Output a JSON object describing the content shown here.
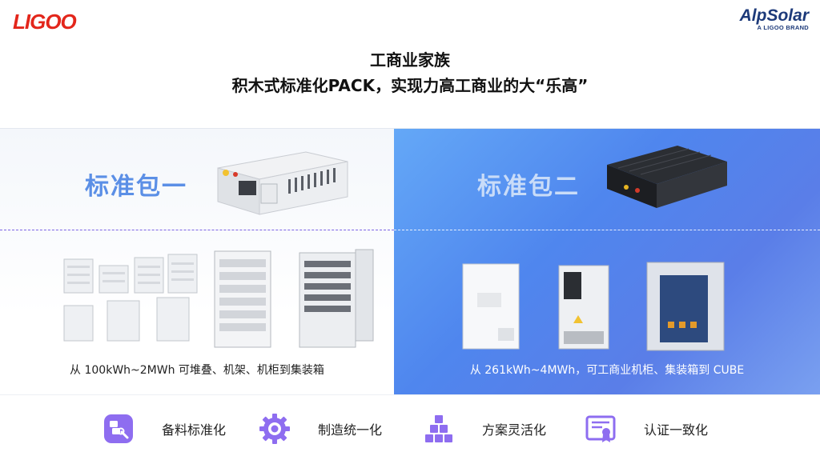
{
  "header": {
    "left_logo_text": "LIGOO",
    "right_logo_name": "AlpSolar",
    "right_logo_tagline": "A LIGOO BRAND"
  },
  "title": {
    "line1": "工商业家族",
    "line2": "积木式标准化PACK，实现力高工商业的大“乐高”"
  },
  "left_panel": {
    "pack_title": "标准包一",
    "caption": "从 100kWh~2MWh 可堆叠、机架、机柜到集装箱"
  },
  "right_panel": {
    "pack_title": "标准包二",
    "caption": "从 261kWh~4MWh，可工商业机柜、集装箱到 CUBE"
  },
  "features": [
    {
      "label": "备料标准化",
      "icon": "wrench-parts-icon"
    },
    {
      "label": "制造统一化",
      "icon": "gear-icon"
    },
    {
      "label": "方案灵活化",
      "icon": "stacked-blocks-icon"
    },
    {
      "label": "认证一致化",
      "icon": "certificate-icon"
    }
  ],
  "colors": {
    "brand_red": "#e3261b",
    "alp_navy": "#1d3a7a",
    "accent_purple": "#7b63e4",
    "right_panel_blue": "#5a8cf0"
  }
}
